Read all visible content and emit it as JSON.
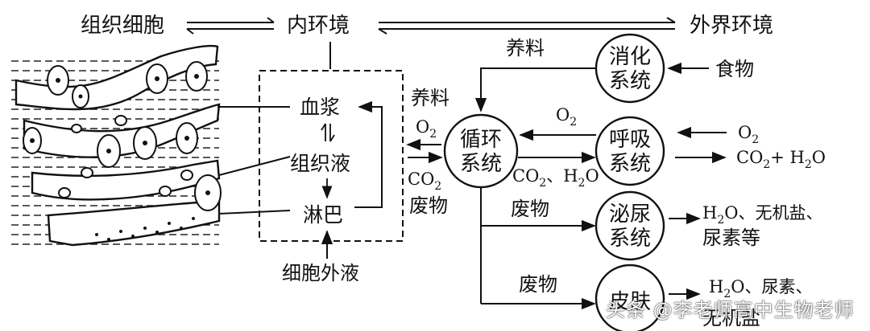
{
  "header": {
    "tissue_cells": "组织细胞",
    "internal_env": "内环境",
    "external_env": "外界环境"
  },
  "left_box": {
    "plasma": "血浆",
    "tissue_fluid": "组织液",
    "lymph": "淋巴",
    "ecf_label": "细胞外液"
  },
  "flows": {
    "nutrients_top": "养料",
    "nutrients_mid": "养料",
    "o2_left": "O2",
    "co2_left": "CO2",
    "waste_left": "废物",
    "o2_resp": "O2",
    "co2_h2o_resp": "CO2、H2O",
    "waste_urinary": "废物",
    "waste_skin": "废物"
  },
  "systems": {
    "circulatory": [
      "循环",
      "系统"
    ],
    "digestive": [
      "消化",
      "系统"
    ],
    "respiratory": [
      "呼吸",
      "系统"
    ],
    "urinary": [
      "泌尿",
      "系统"
    ],
    "skin": [
      "皮肤"
    ]
  },
  "outputs": {
    "food": "食物",
    "o2_in": "O2",
    "co2_out": "CO2+ H2O",
    "urinary_out_1": "H2O、无机盐、",
    "urinary_out_2": "尿素等",
    "skin_out_1": "H2O、尿素、",
    "skin_out_2": "无机盐"
  },
  "watermark": "头条 @李老师高中生物老师"
}
